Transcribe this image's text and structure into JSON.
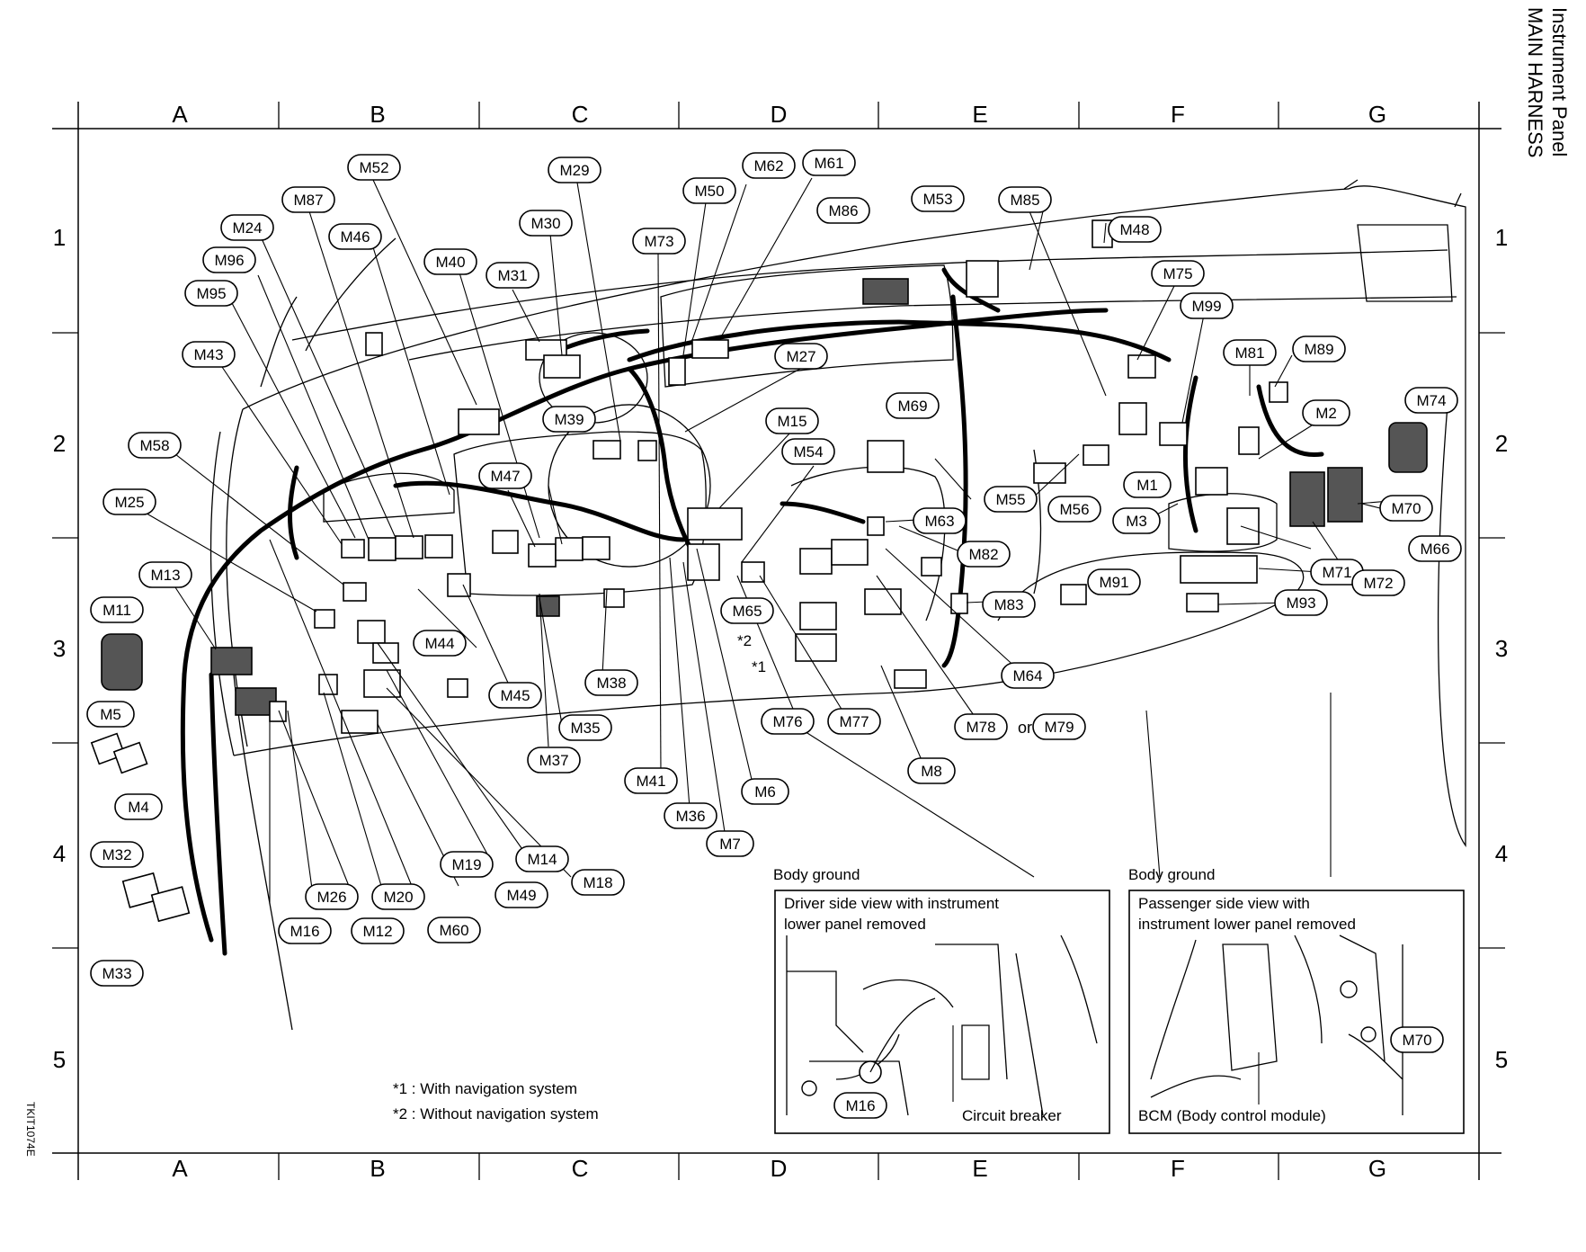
{
  "title": {
    "line1": "MAIN HARNESS",
    "line2": "Instrument Panel"
  },
  "code": "TKIT1074E",
  "grid": {
    "columns": [
      "A",
      "B",
      "C",
      "D",
      "E",
      "F",
      "G"
    ],
    "rows": [
      "1",
      "2",
      "3",
      "4",
      "5"
    ]
  },
  "connectors": {
    "M1": "M1",
    "M2": "M2",
    "M3": "M3",
    "M4": "M4",
    "M5": "M5",
    "M6": "M6",
    "M7": "M7",
    "M8": "M8",
    "M11": "M11",
    "M12": "M12",
    "M13": "M13",
    "M14": "M14",
    "M15": "M15",
    "M16": "M16",
    "M18": "M18",
    "M19": "M19",
    "M20": "M20",
    "M24": "M24",
    "M25": "M25",
    "M26": "M26",
    "M27": "M27",
    "M29": "M29",
    "M30": "M30",
    "M31": "M31",
    "M32": "M32",
    "M33": "M33",
    "M35": "M35",
    "M36": "M36",
    "M37": "M37",
    "M38": "M38",
    "M39": "M39",
    "M40": "M40",
    "M41": "M41",
    "M43": "M43",
    "M44": "M44",
    "M45": "M45",
    "M46": "M46",
    "M47": "M47",
    "M48": "M48",
    "M49": "M49",
    "M50": "M50",
    "M52": "M52",
    "M53": "M53",
    "M54": "M54",
    "M55": "M55",
    "M56": "M56",
    "M58": "M58",
    "M60": "M60",
    "M61": "M61",
    "M62": "M62",
    "M63": "M63",
    "M64": "M64",
    "M65": "M65",
    "M66": "M66",
    "M69": "M69",
    "M70": "M70",
    "M71": "M71",
    "M72": "M72",
    "M73": "M73",
    "M74": "M74",
    "M75": "M75",
    "M76": "M76",
    "M77": "M77",
    "M78": "M78",
    "M79": "M79",
    "M81": "M81",
    "M82": "M82",
    "M83": "M83",
    "M85": "M85",
    "M86": "M86",
    "M87": "M87",
    "M89": "M89",
    "M91": "M91",
    "M93": "M93",
    "M95": "M95",
    "M96": "M96",
    "M99": "M99"
  },
  "labels": {
    "or": "or",
    "star2": "*2",
    "star1": "*1"
  },
  "notes": [
    "*1 : With navigation system",
    "*2 : Without navigation system"
  ],
  "insets": {
    "driver": {
      "header": "Body ground",
      "caption1": "Driver side view with instrument",
      "caption2": "lower panel removed",
      "ground": "M16",
      "part": "Circuit breaker"
    },
    "passenger": {
      "header": "Body ground",
      "caption1": "Passenger side view with",
      "caption2": "instrument lower panel removed",
      "ground": "M70",
      "part": "BCM (Body control module)"
    }
  }
}
